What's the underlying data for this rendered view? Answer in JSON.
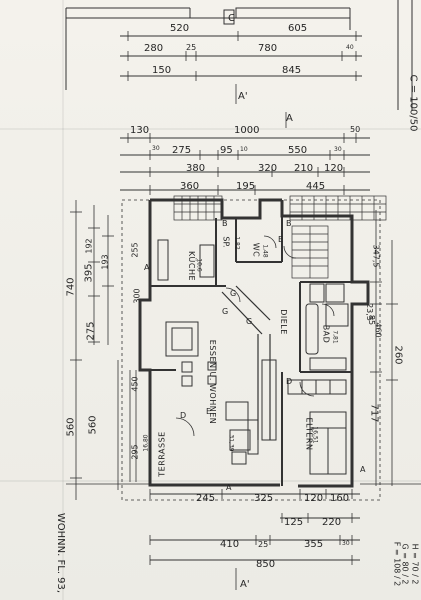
{
  "top_dims": {
    "row1": [
      "520",
      "605"
    ],
    "row2": [
      "280",
      "25",
      "780",
      "40"
    ],
    "row3": [
      "150",
      "845"
    ],
    "scale": "C = 100/50"
  },
  "plan_dims_top": {
    "row1": [
      "130",
      "1000",
      "50"
    ],
    "row2": [
      "30",
      "275",
      "95",
      "10",
      "550",
      "30"
    ],
    "row3": [
      "380",
      "320",
      "210",
      "120"
    ],
    "row4": [
      "360",
      "195",
      "445"
    ]
  },
  "left_dims": [
    "740",
    "192",
    "395",
    "193",
    "255",
    "300",
    "275",
    "560",
    "560",
    "450",
    "295"
  ],
  "right_dims": [
    "347,5",
    "23,5",
    "85",
    "460",
    "260",
    "717"
  ],
  "bottom_dims": {
    "row1": [
      "245",
      "325",
      "120",
      "160"
    ],
    "row2": [
      "125",
      "220"
    ],
    "row3": [
      "410",
      "25",
      "355",
      "30"
    ],
    "row4": [
      "850"
    ]
  },
  "rooms": {
    "kueche": "KÜCHE",
    "kueche_area": "10,6",
    "sp": "SP.",
    "sp_area": "1,82",
    "wc": "WC",
    "wc_area": "1,48",
    "diele": "DIELE",
    "bad": "BAD",
    "bad_area": "7,81",
    "essen": "ESSEN U. WOHNEN",
    "essen_area": "31,39",
    "terrasse": "TERRASSE",
    "terrasse_area": "16,80",
    "eltern": "ELTERN",
    "eltern_area": "16,51"
  },
  "markers": {
    "a": "A",
    "a_prime": "A'",
    "b": "B",
    "c": "C",
    "d": "D",
    "e": "E",
    "g": "G"
  },
  "footer": {
    "wohnfl": "WOHNN. FL. 93,",
    "stats": [
      "F = 108 / 2",
      "G = 80 / 2",
      "H = 70 / 2"
    ]
  }
}
